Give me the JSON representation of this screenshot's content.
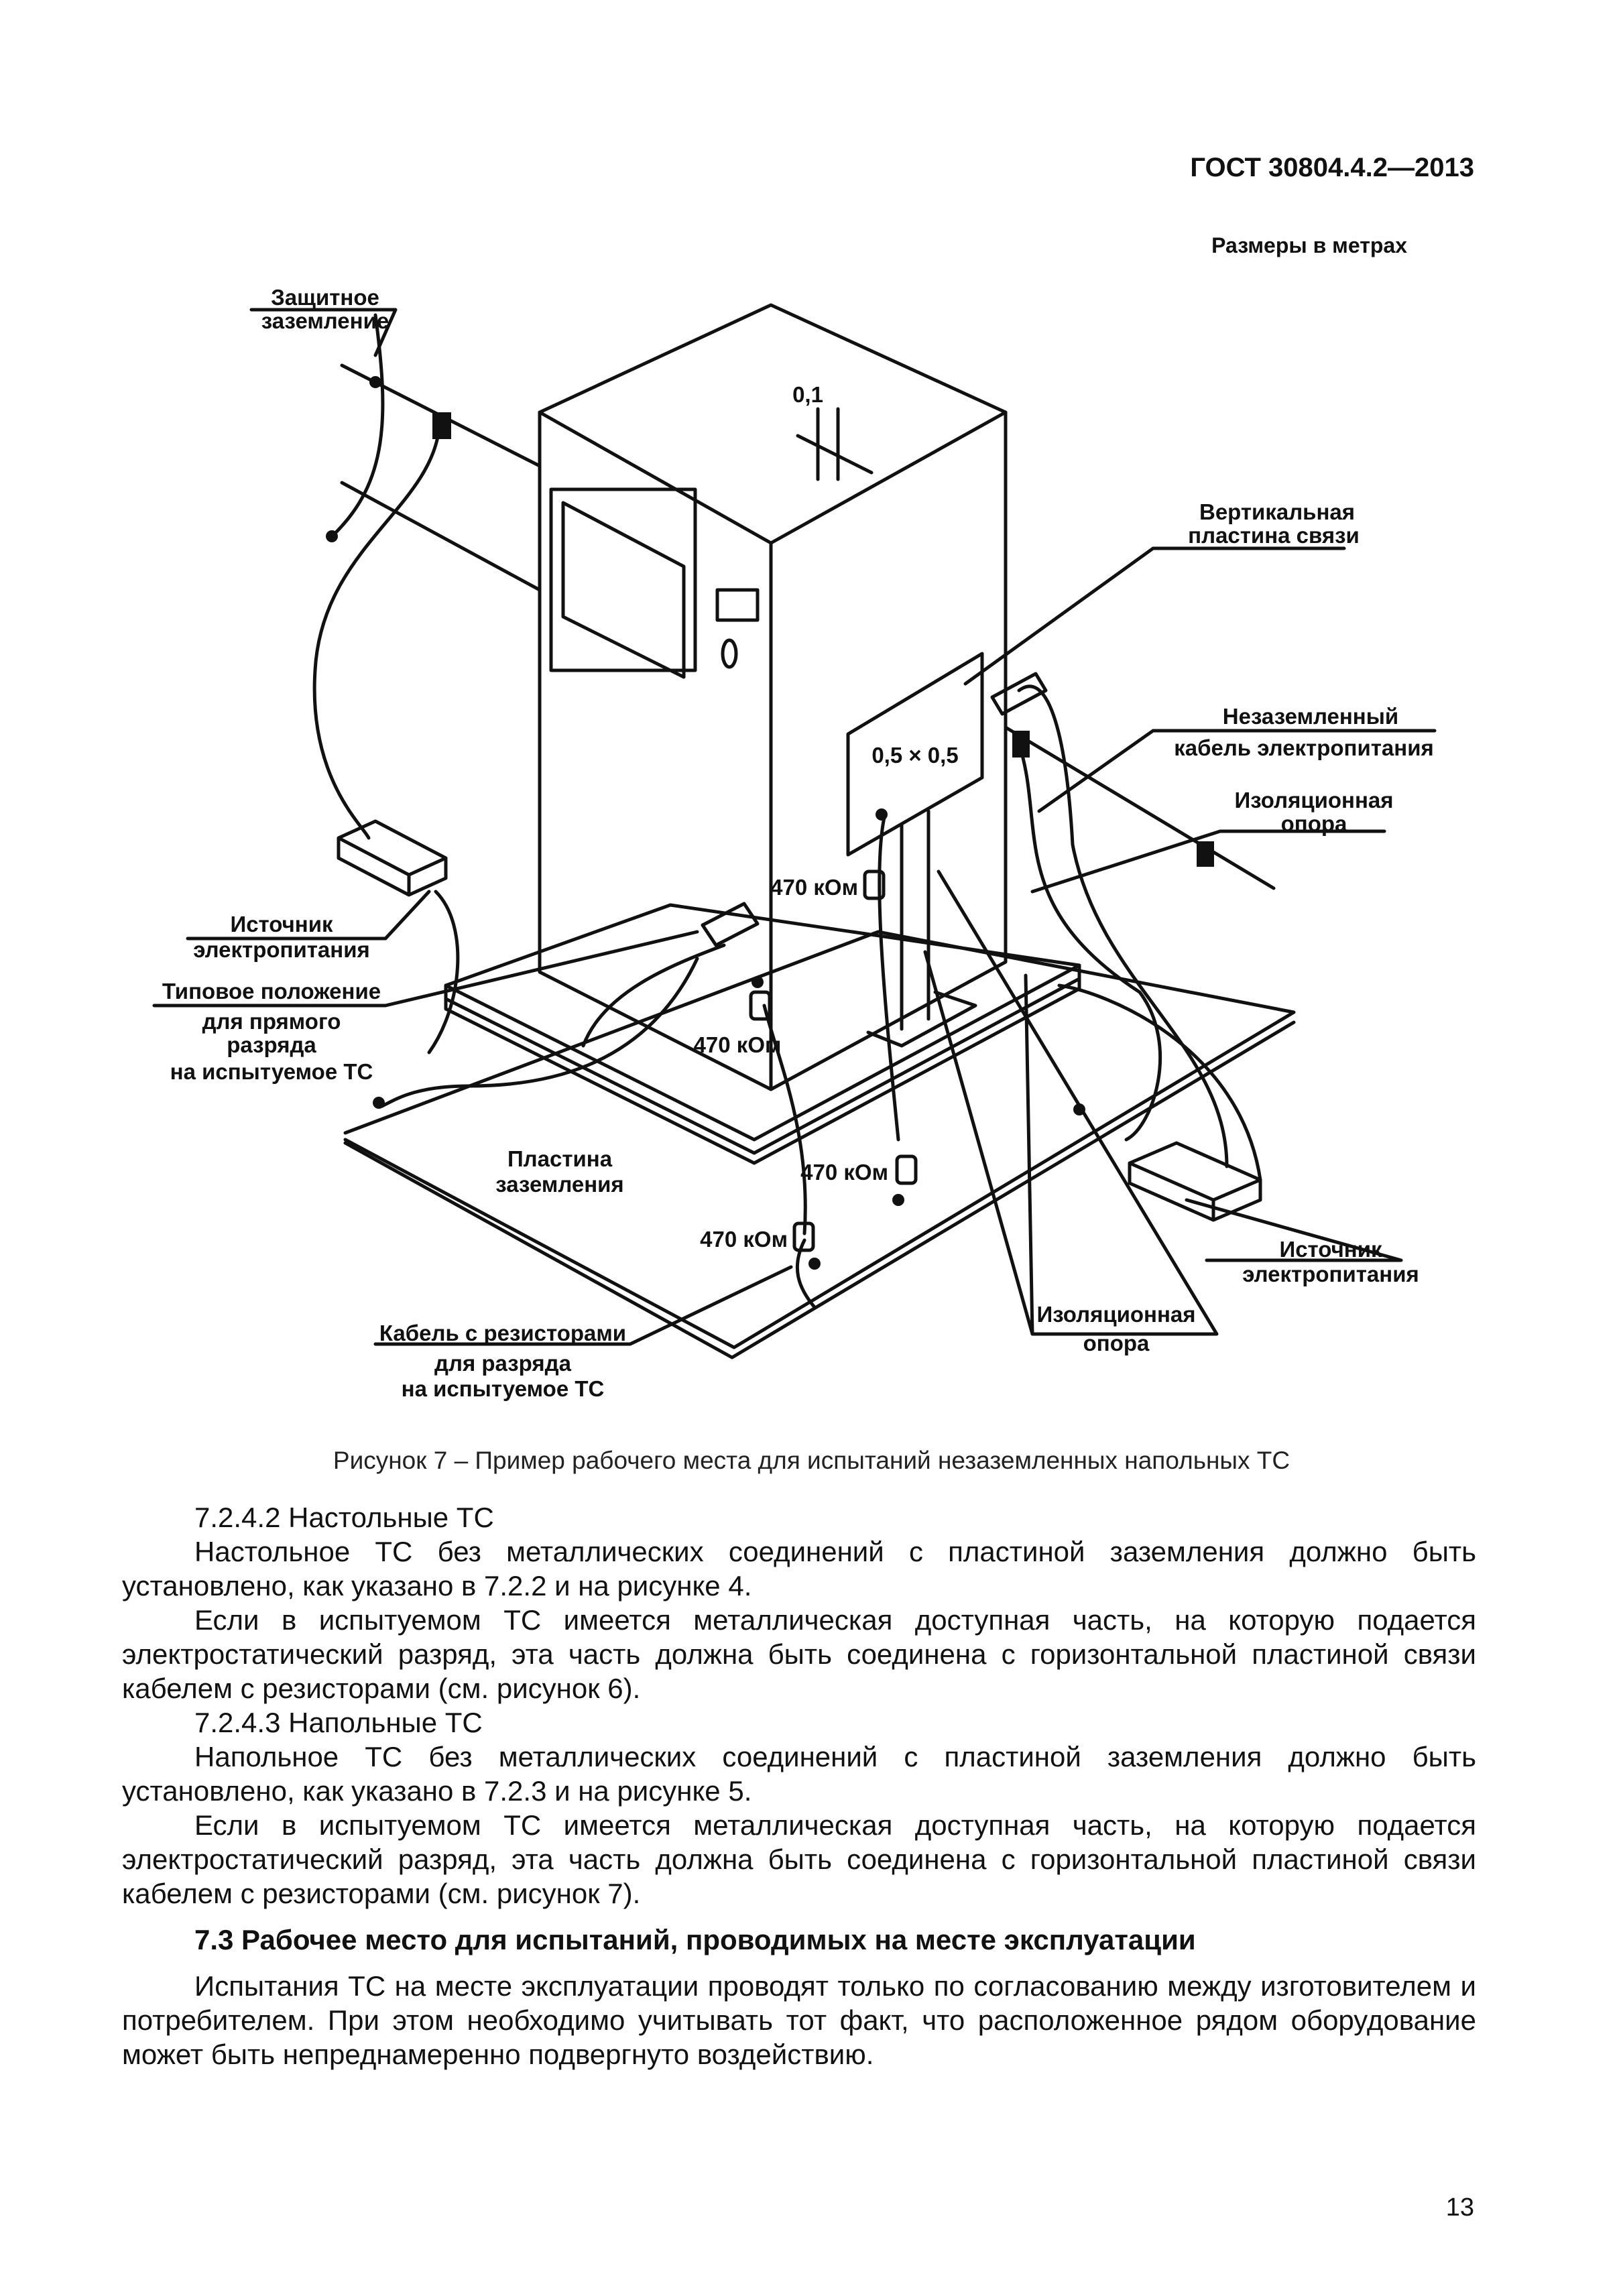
{
  "header": {
    "standard": "ГОСТ 30804.4.2—2013",
    "dimensions_note": "Размеры в метрах"
  },
  "figure": {
    "labels": {
      "protective_ground_1": "Защитное",
      "protective_ground_2": "заземление",
      "dim_gap": "0,1",
      "vertical_plate_1": "Вертикальная",
      "vertical_plate_2": "пластина связи",
      "plate_size": "0,5 × 0,5",
      "ungrounded_cable_1": "Незаземленный",
      "ungrounded_cable_2": "кабель электропитания",
      "insulating_support_1": "Изоляционная",
      "insulating_support_2": "опора",
      "resistor": "470 кОм",
      "power_source_1": "Источник",
      "power_source_2": "электропитания",
      "typical_position_1": "Типовое положение",
      "typical_position_2": "для прямого",
      "typical_position_3": "разряда",
      "typical_position_4": "на испытуемое ТС",
      "ground_plane_1": "Пластина",
      "ground_plane_2": "заземления",
      "cable_resistors_1": "Кабель с резисторами",
      "cable_resistors_2": "для разряда",
      "cable_resistors_3": "на испытуемое ТС"
    },
    "caption": "Рисунок 7 – Пример рабочего места для испытаний незаземленных напольных ТС"
  },
  "text": {
    "p1": "7.2.4.2 Настольные ТС",
    "p2": "Настольное ТС без металлических соединений с пластиной заземления должно быть установлено, как указано в 7.2.2 и на рисунке 4.",
    "p3": "Если в испытуемом ТС имеется металлическая доступная часть, на которую подается электростатический разряд, эта часть должна быть соединена с горизонтальной пластиной связи кабелем с резисторами (см. рисунок 6).",
    "p4": "7.2.4.3 Напольные ТС",
    "p5": "Напольное ТС без металлических соединений с пластиной заземления должно быть установлено, как указано в 7.2.3 и на рисунке 5.",
    "p6": "Если в испытуемом ТС имеется металлическая доступная часть, на которую подается электростатический разряд, эта часть должна быть соединена с горизонтальной пластиной связи кабелем с резисторами (см. рисунок 7).",
    "section": "7.3 Рабочее место для испытаний, проводимых на месте эксплуатации",
    "p7": "Испытания ТС на месте эксплуатации проводят только по согласованию между изготовителем и потребителем. При этом необходимо учитывать тот факт, что расположенное рядом оборудование может быть непреднамеренно подвергнуто воздействию."
  },
  "page_number": "13"
}
